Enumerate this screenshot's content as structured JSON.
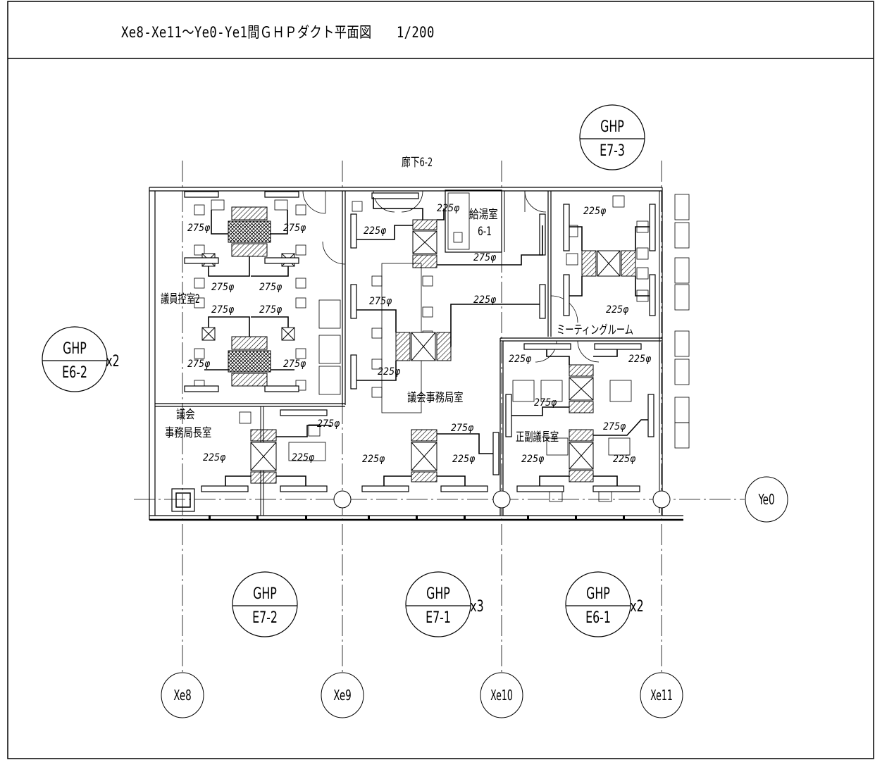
{
  "drawing": {
    "title": "Xe8-Xe11～Ye0-Ye1間ＧＨＰダクト平面図　　1/200"
  },
  "grid_axes": {
    "vertical": [
      "Xe8",
      "Xe9",
      "Xe10",
      "Xe11"
    ],
    "horizontal": [
      "Ye0"
    ]
  },
  "rooms": {
    "corridor": "廊下6-2",
    "kitchenette": "給湯室",
    "kitchenette_no": "6-1",
    "members_room": "議員控室2",
    "meeting_room": "ミーティングルーム",
    "secretariat": "議会事務局室",
    "director_room_l1": "議会",
    "director_room_l2": "事務局長室",
    "chair_room": "正副議長室"
  },
  "units": [
    {
      "top": "GHP",
      "bottom": "E6-2",
      "mult": "x2"
    },
    {
      "top": "GHP",
      "bottom": "E7-3",
      "mult": ""
    },
    {
      "top": "GHP",
      "bottom": "E7-2",
      "mult": ""
    },
    {
      "top": "GHP",
      "bottom": "E7-1",
      "mult": "x3"
    },
    {
      "top": "GHP",
      "bottom": "E6-1",
      "mult": "x2"
    }
  ],
  "duct_sizes": {
    "d225": "225φ",
    "d275": "275φ"
  }
}
